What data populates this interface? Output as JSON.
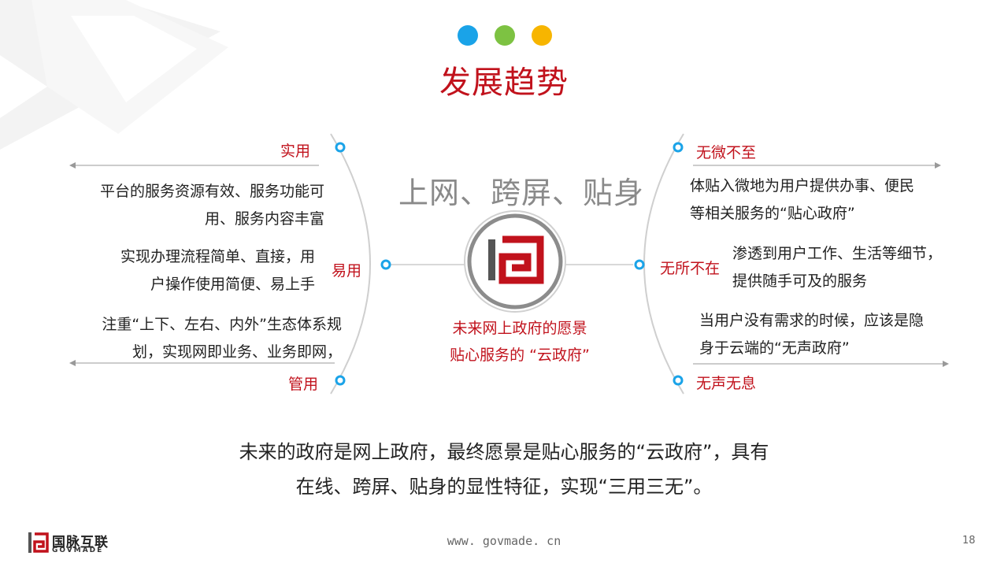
{
  "colors": {
    "accent_red": "#c1121c",
    "dot_blue": "#1aa3e8",
    "dot_green": "#7dc242",
    "dot_yellow": "#f7b500",
    "node_blue": "#1aa3e8"
  },
  "title": "发展趋势",
  "subtitle": "上网、跨屏、贴身",
  "center": {
    "line1": "未来网上政府的愿景",
    "line2": "贴心服务的 “云政府”"
  },
  "left": [
    {
      "label": "实用",
      "desc1": "平台的服务资源有效、服务功能可",
      "desc2": "用、服务内容丰富"
    },
    {
      "label": "易用",
      "desc1": "实现办理流程简单、直接，用",
      "desc2": "户操作使用简便、易上手"
    },
    {
      "label": "管用",
      "desc1": "注重“上下、左右、内外”生态体系规",
      "desc2": "划，实现网即业务、业务即网，"
    }
  ],
  "right": [
    {
      "label": "无微不至",
      "desc1": "体贴入微地为用户提供办事、便民",
      "desc2": "等相关服务的“贴心政府”"
    },
    {
      "label": "无所不在",
      "desc1": "渗透到用户工作、生活等细节，",
      "desc2": "提供随手可及的服务"
    },
    {
      "label": "无声无息",
      "desc1": "当用户没有需求的时候，应该是隐",
      "desc2": "身于云端的“无声政府”"
    }
  ],
  "bottom": {
    "line1": "未来的政府是网上政府，最终愿景是贴心服务的“云政府”，具有",
    "line2": "在线、跨屏、贴身的显性特征，实现“三用三无”。"
  },
  "footer": {
    "brand_cn": "国脉互联",
    "brand_en": "GOVMADE",
    "url": "www. govmade. cn",
    "page": "18"
  },
  "icons": {
    "center_logo": "govmade-logo-icon",
    "footer_logo": "govmade-logo-icon"
  }
}
